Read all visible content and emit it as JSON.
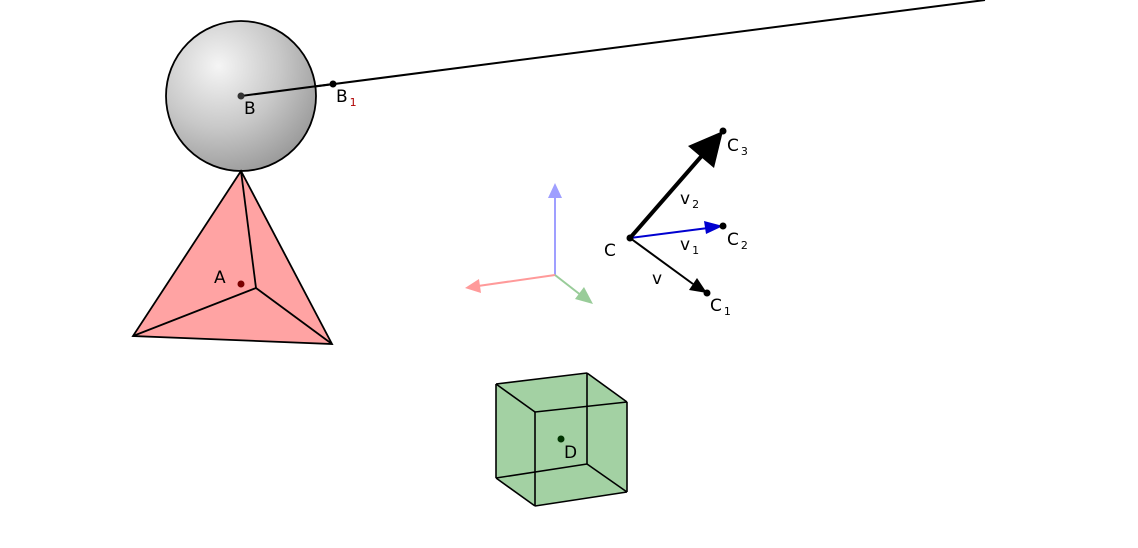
{
  "labels": {
    "A": "A",
    "B": "B",
    "B1": {
      "main": "B",
      "sub": "1"
    },
    "C": "C",
    "C1": {
      "main": "C",
      "sub": "1"
    },
    "C2": {
      "main": "C",
      "sub": "2"
    },
    "C3": {
      "main": "C",
      "sub": "3"
    },
    "D": "D",
    "v": "v",
    "v1": {
      "main": "v",
      "sub": "1"
    },
    "v2": {
      "main": "v",
      "sub": "2"
    }
  },
  "colors": {
    "sphere_fill": "#c8c8c8",
    "tetra_fill": "#ffa3a3",
    "cube_fill": "#a3d1a3",
    "axis_x": "#ff9a9a",
    "axis_y": "#99cc99",
    "axis_z": "#9f9fff",
    "vector_v1": "#0000d0",
    "point_A": "#7a0000",
    "point_D": "#003300",
    "sub_red": "#b00000"
  }
}
